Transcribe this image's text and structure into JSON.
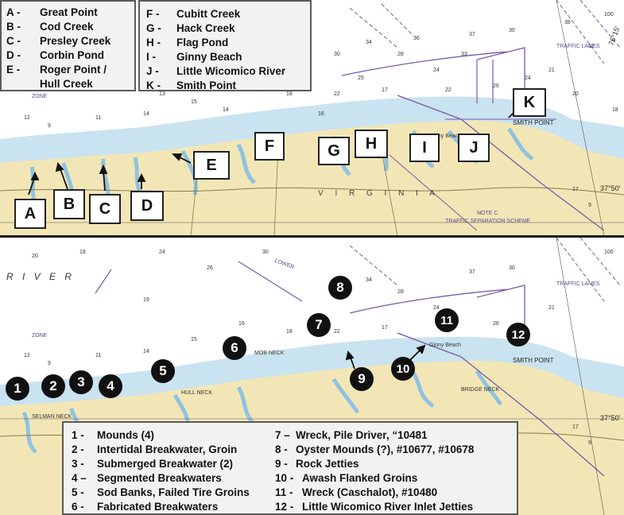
{
  "top_legend_left": [
    {
      "key": "A -",
      "value": "Great Point"
    },
    {
      "key": "B -",
      "value": "Cod Creek"
    },
    {
      "key": "C -",
      "value": "Presley Creek"
    },
    {
      "key": "D -",
      "value": "Corbin Pond"
    },
    {
      "key": "E -",
      "value": "Roger Point /"
    },
    {
      "key": "",
      "value": "Hull Creek"
    }
  ],
  "top_legend_right": [
    {
      "key": "F -",
      "value": "Cubitt Creek"
    },
    {
      "key": "G -",
      "value": "Hack Creek"
    },
    {
      "key": "H -",
      "value": "Flag Pond"
    },
    {
      "key": "I -",
      "value": "Ginny Beach"
    },
    {
      "key": "J -",
      "value": "Little Wicomico River"
    },
    {
      "key": "K -",
      "value": "Smith Point"
    }
  ],
  "letter_sites": [
    "A",
    "B",
    "C",
    "D",
    "E",
    "F",
    "G",
    "H",
    "I",
    "J",
    "K"
  ],
  "number_sites": [
    "1",
    "2",
    "3",
    "4",
    "5",
    "6",
    "7",
    "8",
    "9",
    "10",
    "11",
    "12"
  ],
  "bottom_legend_left": [
    {
      "key": "1 -",
      "value": "Mounds (4)"
    },
    {
      "key": "2 -",
      "value": "Intertidal Breakwater, Groin"
    },
    {
      "key": "3 -",
      "value": "Submerged Breakwater (2)"
    },
    {
      "key": "4 –",
      "value": "Segmented Breakwaters"
    },
    {
      "key": "5 -",
      "value": "Sod Banks, Failed Tire Groins"
    },
    {
      "key": "6 -",
      "value": "Fabricated Breakwaters"
    }
  ],
  "bottom_legend_right": [
    {
      "key": "7 –",
      "value": "Wreck, Pile Driver, “10481"
    },
    {
      "key": "8 -",
      "value": "Oyster Mounds (?), #10677, #10678"
    },
    {
      "key": "9 -",
      "value": "Rock Jetties"
    },
    {
      "key": "10 -",
      "value": "Awash Flanked Groins"
    },
    {
      "key": "11 -",
      "value": "Wreck (Caschalot), #10480"
    },
    {
      "key": "12 -",
      "value": "Little Wicomico River Inlet Jetties"
    }
  ],
  "chart_labels": {
    "smith_point": "SMITH POINT",
    "virginia": "V I R G I N I A",
    "river": "R I V E R",
    "traffic_lanes": "TRAFFIC LANES",
    "zone": "ZONE",
    "lower": "LOWER",
    "hull_neck": "HULL NECK",
    "mob_neck": "MOB NECK",
    "bridge_neck": "BRIDGE NECK",
    "selman_neck": "SELMAN NECK",
    "ginny_beach": "Ginny Beach",
    "note_c": "NOTE C",
    "traffic_separation": "TRAFFIC SEPARATION SCHEME",
    "lat_top": "37°50'",
    "lon_top": "76°15'"
  },
  "colors": {
    "water": "#ffffff",
    "shallow": "#c9e3f0",
    "land": "#f3e6b6",
    "chart_lines": "#7b5aa6",
    "marker": "#111111"
  }
}
